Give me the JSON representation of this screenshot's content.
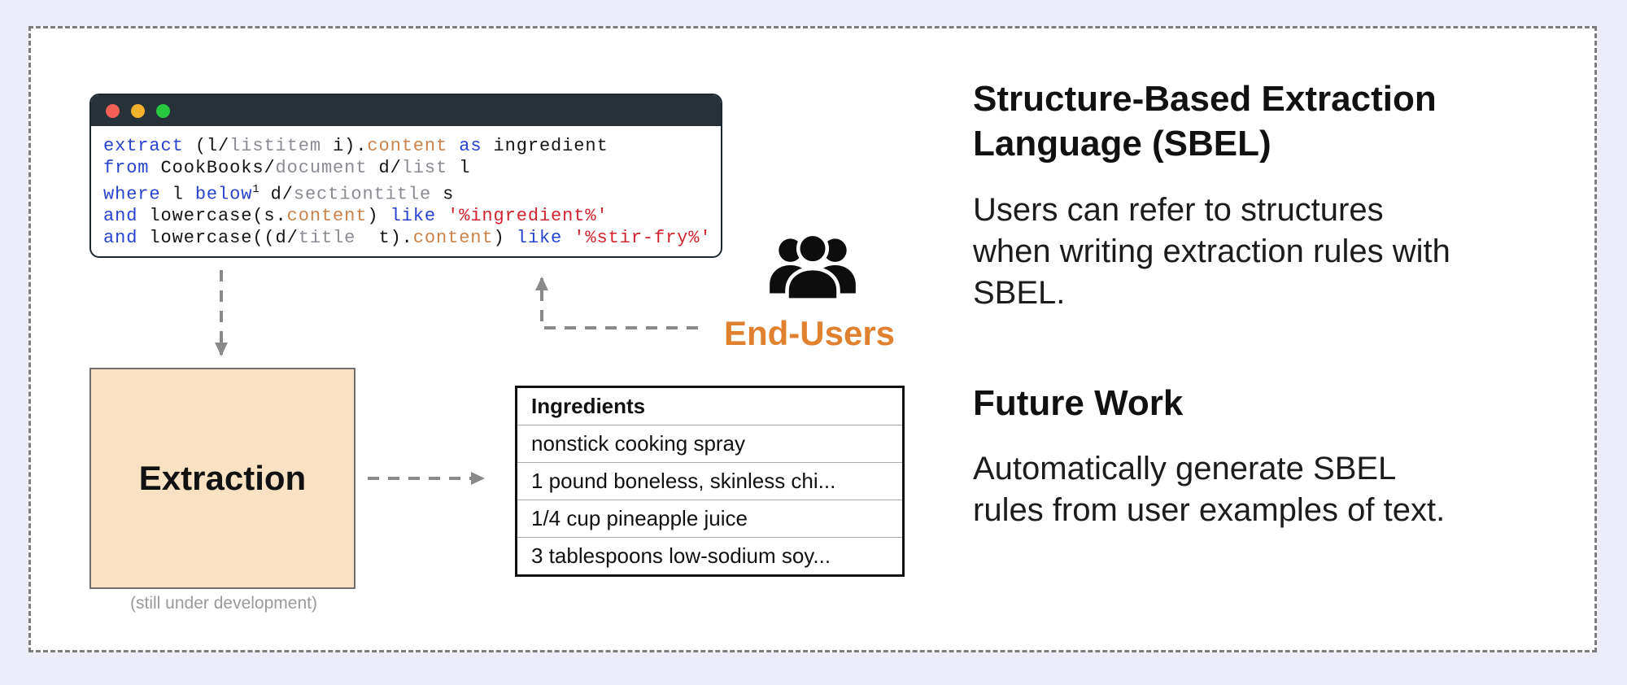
{
  "colors": {
    "page_bg": "#ecedf8",
    "panel_bg": "#ffffff",
    "panel_border_dashed": "#7d7d7d",
    "titlebar": "#263238",
    "traffic_light_red": "#f15f57",
    "traffic_light_yellow": "#f2b22e",
    "traffic_light_green": "#28c840",
    "code_keyword": "#2743cf",
    "code_structure": "#8b8b94",
    "code_property": "#c9834b",
    "code_string": "#d1242e",
    "code_plain": "#141414",
    "arrow_gray": "#8a8a8a",
    "extraction_box_fill": "#f8e2c3",
    "end_users_orange": "#e0812f"
  },
  "icons": {
    "window_controls": [
      "close-circle-icon",
      "minimize-circle-icon",
      "maximize-circle-icon"
    ],
    "end_users": "users-group-icon"
  },
  "code_window": {
    "lines": [
      [
        {
          "t": "extract",
          "c": "kw"
        },
        {
          "t": " (l/",
          "c": "pl"
        },
        {
          "t": "listitem",
          "c": "st"
        },
        {
          "t": " i).",
          "c": "pl"
        },
        {
          "t": "content",
          "c": "pr"
        },
        {
          "t": " ",
          "c": "pl"
        },
        {
          "t": "as",
          "c": "kw"
        },
        {
          "t": " ingredient",
          "c": "pl"
        }
      ],
      [
        {
          "t": "from",
          "c": "kw"
        },
        {
          "t": " CookBooks/",
          "c": "pl"
        },
        {
          "t": "document",
          "c": "st"
        },
        {
          "t": " d/",
          "c": "pl"
        },
        {
          "t": "list",
          "c": "st"
        },
        {
          "t": " l",
          "c": "pl"
        }
      ],
      [
        {
          "t": "where",
          "c": "kw"
        },
        {
          "t": " l ",
          "c": "pl"
        },
        {
          "t": "below",
          "c": "kw"
        },
        {
          "t": "1",
          "c": "sup"
        },
        {
          "t": " d/",
          "c": "pl"
        },
        {
          "t": "sectiontitle",
          "c": "st"
        },
        {
          "t": " s",
          "c": "pl"
        }
      ],
      [
        {
          "t": "and",
          "c": "kw"
        },
        {
          "t": " lowercase(s.",
          "c": "pl"
        },
        {
          "t": "content",
          "c": "pr"
        },
        {
          "t": ") ",
          "c": "pl"
        },
        {
          "t": "like",
          "c": "kw"
        },
        {
          "t": " ",
          "c": "pl"
        },
        {
          "t": "'%ingredient%'",
          "c": "str"
        }
      ],
      [
        {
          "t": "and",
          "c": "kw"
        },
        {
          "t": " lowercase((d/",
          "c": "pl"
        },
        {
          "t": "title",
          "c": "st"
        },
        {
          "t": "  t).",
          "c": "pl"
        },
        {
          "t": "content",
          "c": "pr"
        },
        {
          "t": ") ",
          "c": "pl"
        },
        {
          "t": "like",
          "c": "kw"
        },
        {
          "t": " ",
          "c": "pl"
        },
        {
          "t": "'%stir-fry%'",
          "c": "str"
        }
      ]
    ]
  },
  "extraction": {
    "label": "Extraction",
    "caption": "(still under development)"
  },
  "results_table": {
    "header": "Ingredients",
    "rows": [
      "nonstick cooking spray",
      "1 pound boneless, skinless chi...",
      "1/4 cup pineapple juice",
      "3 tablespoons low-sodium soy..."
    ]
  },
  "end_users": {
    "label": "End-Users"
  },
  "right_panel": {
    "sbel_heading_lines": [
      "Structure-Based Extraction",
      "Language (SBEL)"
    ],
    "sbel_paragraph_lines": [
      "Users can refer to structures",
      "when writing extraction rules with",
      "SBEL."
    ],
    "future_heading": "Future Work",
    "future_paragraph_lines": [
      "Automatically generate SBEL",
      "rules from user examples of text."
    ]
  }
}
